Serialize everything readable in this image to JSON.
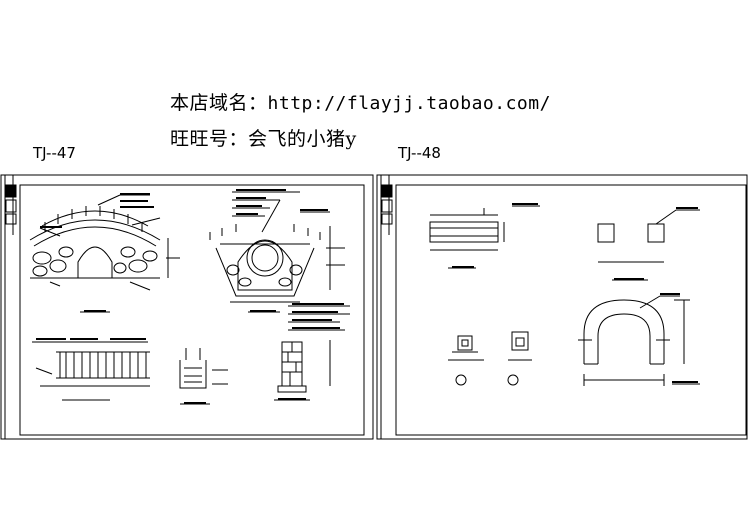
{
  "header": {
    "shop_line_prefix": "本店域名：",
    "shop_url": "http://flayjj.taobao.com/",
    "wangwang_line": "旺旺号：会飞的小猪y"
  },
  "sheets": [
    {
      "label": "TJ--47"
    },
    {
      "label": "TJ--48"
    }
  ]
}
